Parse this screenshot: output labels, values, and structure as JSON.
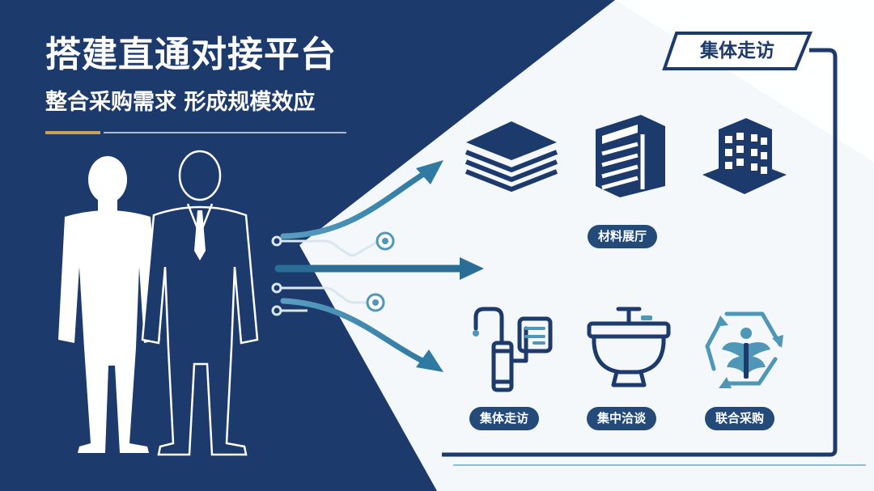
{
  "headline": {
    "title": "搭建直通对接平台",
    "subtitle": "整合采购需求 形成规模效应"
  },
  "panel": {
    "tag": "集体走访"
  },
  "pills": {
    "showroom": "材料展厅",
    "group_visit": "集体走访",
    "negotiation": "集中洽谈",
    "joint_purchase": "联合采购"
  },
  "icons": {
    "top": [
      "stacked-sheets-icon",
      "layered-building-icon",
      "office-building-icon"
    ],
    "bottom": [
      "water-purifier-icon",
      "washbasin-icon",
      "recycle-leaf-icon"
    ]
  },
  "colors": {
    "navy": "#1d3a6c",
    "teal": "#4f97b7",
    "pill": "#234a78",
    "gold": "#c6a15b"
  }
}
